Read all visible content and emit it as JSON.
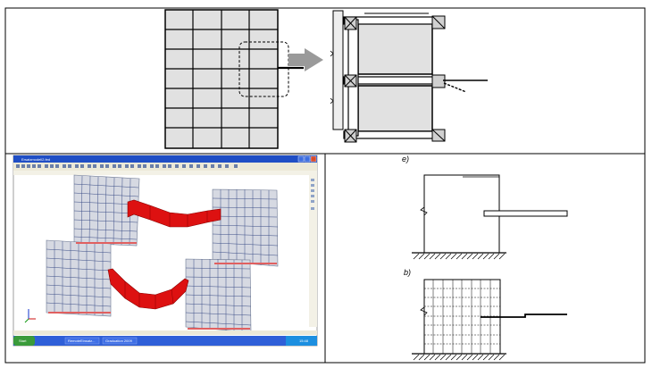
{
  "figure": {
    "panel_e_label": "e)",
    "panel_b_label": "b)"
  },
  "software_window": {
    "title": "Ersatzmodell2.fed",
    "taskbar": {
      "start_label": "Start",
      "buttons": [
        "RemoteEinsatz...",
        "Graduation 2009"
      ],
      "clock": "15:48"
    }
  },
  "colors": {
    "grid_fill": "#e1e1e1",
    "beam_red": "#dd1111",
    "arrow_gray": "#9a9a9a",
    "window_titlebar": "#1f4ec5",
    "taskbar": "#2f5fd8",
    "start_button": "#3a9b3a"
  }
}
